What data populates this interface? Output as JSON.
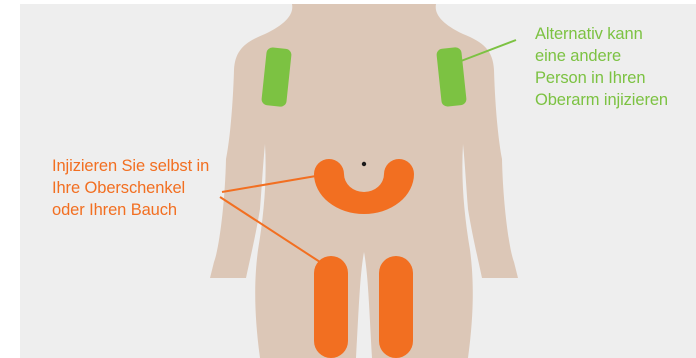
{
  "colors": {
    "background": "#eeeeee",
    "body": "#dcc7b7",
    "green": "#7cc242",
    "orange": "#f26f21",
    "navel": "#1a1a1a"
  },
  "callout_green": {
    "lines": [
      "Alternativ kann",
      "eine andere",
      "Person in Ihren",
      "Oberarm injizieren"
    ]
  },
  "callout_orange": {
    "lines": [
      "Injizieren Sie selbst in",
      "Ihre Oberschenkel",
      "oder Ihren Bauch"
    ]
  }
}
